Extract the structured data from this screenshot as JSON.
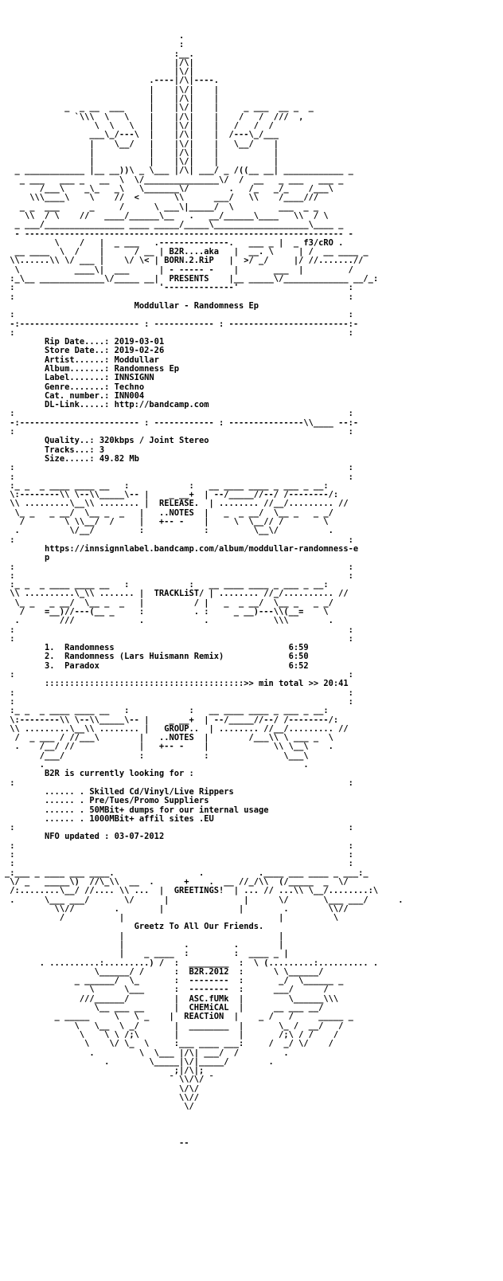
{
  "header": {
    "tag_1": "B2R....aka",
    "tag_2": "BORN.2.RiP",
    "tag_3": "PRESENTS",
    "artist_tag": "f3/cRO"
  },
  "release": {
    "title": "Moddullar - Randomness Ep"
  },
  "info": [
    {
      "label": "Rip Date....:",
      "value": "2019-03-01"
    },
    {
      "label": "Store Date..:",
      "value": "2019-02-26"
    },
    {
      "label": "Artist......:",
      "value": "Moddullar"
    },
    {
      "label": "Album.......:",
      "value": "Randomness Ep"
    },
    {
      "label": "Label.......:",
      "value": "INNSIGNN"
    },
    {
      "label": "Genre.......:",
      "value": "Techno"
    },
    {
      "label": "Cat. number.:",
      "value": "INN004"
    },
    {
      "label": "DL-Link.....:",
      "value": "http://bandcamp.com"
    }
  ],
  "quality": [
    {
      "label": "Quality..:",
      "value": "320kbps / Joint Stereo"
    },
    {
      "label": "Tracks...:",
      "value": "3"
    },
    {
      "label": "Size.....:",
      "value": "49.82 Mb"
    }
  ],
  "sections": {
    "release_notes_1": "RELEASE.",
    "release_notes_2": "..NOTES",
    "tracklist": "TRACKLiST",
    "group_notes_1": "GROUP..",
    "group_notes_2": "..NOTES",
    "greetings": "GREETINGS!"
  },
  "notes": {
    "url_line_1": "https://innsignnlabel.bandcamp.com/album/moddullar-randomness-e",
    "url_line_2": "p"
  },
  "tracks": [
    {
      "num": "1.",
      "title": "Randomness",
      "time": "6:59"
    },
    {
      "num": "2.",
      "title": "Randomness (Lars Huismann Remix)",
      "time": "6:50"
    },
    {
      "num": "3.",
      "title": "Paradox",
      "time": "6:52"
    }
  ],
  "total": {
    "label": "min total >>",
    "value": "20:41"
  },
  "group": {
    "looking": "B2R is currently looking for :",
    "items": [
      "Skilled Cd/Vinyl/Live Rippers",
      "Pre/Tues/Promo Suppliers",
      "50MBit+ dumps for our internal usage",
      "1000MBit+ affil sites .EU"
    ],
    "updated_label": "NFO updated :",
    "updated_value": "03-07-2012"
  },
  "greetz": "Greetz To All Our Friends.",
  "footer": {
    "name": "B2R.2012",
    "credit_1": "ASC.fUMk",
    "credit_2": "CHEMiCAL",
    "credit_3": "REACTiON",
    "end": "--"
  }
}
